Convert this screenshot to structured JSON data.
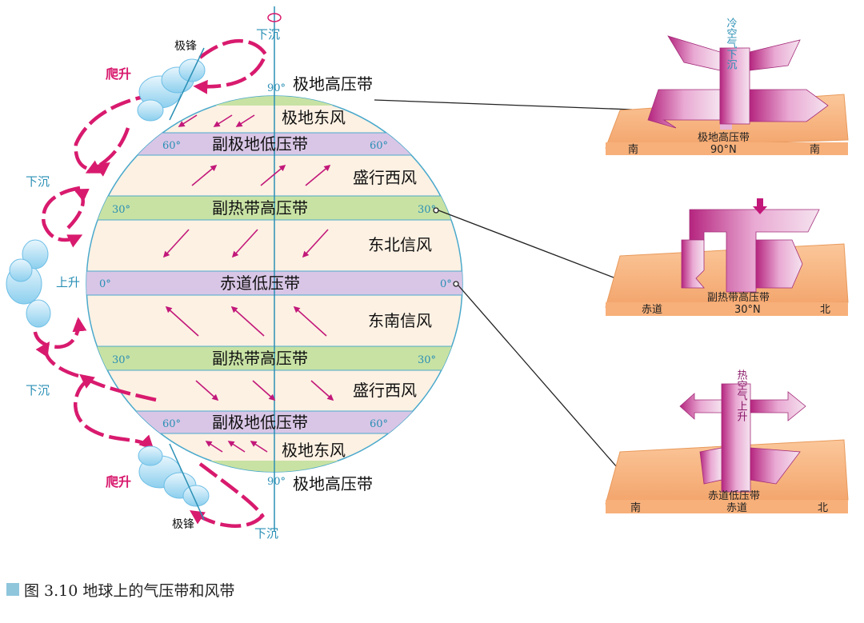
{
  "globe": {
    "belts": [
      {
        "name": "极地高压带",
        "lat_left": "90°",
        "lat_right": ""
      },
      {
        "name": "副极地低压带",
        "lat_left": "60°",
        "lat_right": "60°"
      },
      {
        "name": "副热带高压带",
        "lat_left": "30°",
        "lat_right": "30°"
      },
      {
        "name": "赤道低压带",
        "lat_left": "0°",
        "lat_right": "0°"
      },
      {
        "name": "副热带高压带",
        "lat_left": "30°",
        "lat_right": "30°"
      },
      {
        "name": "副极地低压带",
        "lat_left": "60°",
        "lat_right": "60°"
      },
      {
        "name": "极地高压带",
        "lat_left": "90°",
        "lat_right": ""
      }
    ],
    "winds": [
      "极地东风",
      "盛行西风",
      "东北信风",
      "东南信风",
      "盛行西风",
      "极地东风"
    ],
    "air_motion": {
      "sink": "下沉",
      "rise": "上升",
      "climb": "爬升",
      "front": "极锋"
    },
    "colors": {
      "low_pressure": "#d9c6e6",
      "high_pressure": "#c8e2a4",
      "globe_fill": "#fdf1e3",
      "circulation_arrow": "#d81a6e",
      "latitude_text": "#2a8fb5"
    }
  },
  "panels": [
    {
      "vertical_label": "冷空气下沉",
      "belt": "极地高压带",
      "lat": "90°N",
      "left": "南",
      "right": "南"
    },
    {
      "vertical_label": "",
      "belt": "副热带高压带",
      "lat": "30°N",
      "left": "赤道",
      "right": "北"
    },
    {
      "vertical_label": "热空气上升",
      "belt": "赤道低压带",
      "lat": "赤道",
      "left": "南",
      "right": "北"
    }
  ],
  "caption": {
    "text": "图 3.10 地球上的气压带和风带"
  }
}
